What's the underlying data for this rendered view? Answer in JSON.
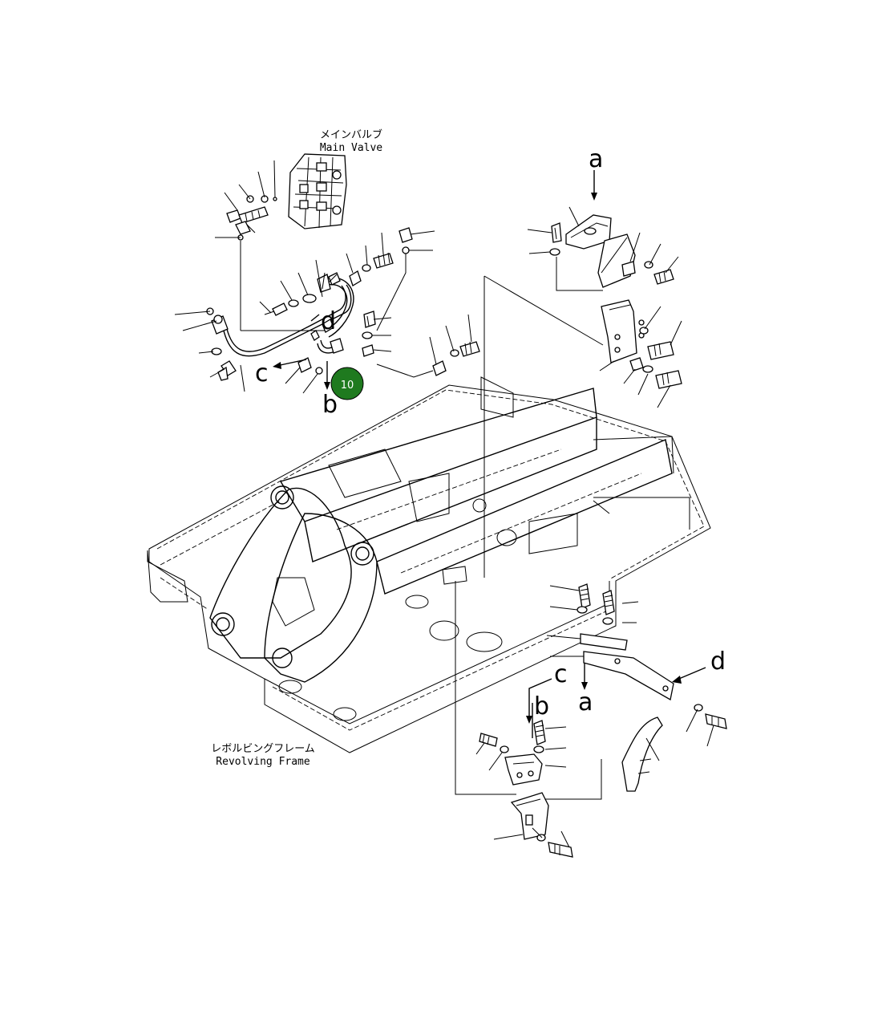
{
  "labels": {
    "main_valve_jp": "メインバルブ",
    "main_valve_en": "Main Valve",
    "revolving_frame_jp": "レボルビングフレーム",
    "revolving_frame_en": "Revolving Frame"
  },
  "view_letters": {
    "a_top": "a",
    "a_bottom": "a",
    "b_top": "b",
    "b_bottom": "b",
    "c_top": "c",
    "c_bottom": "c",
    "d_top": "d",
    "d_bottom": "d"
  },
  "callout": {
    "number": "10",
    "color": "#1f7a1f"
  }
}
